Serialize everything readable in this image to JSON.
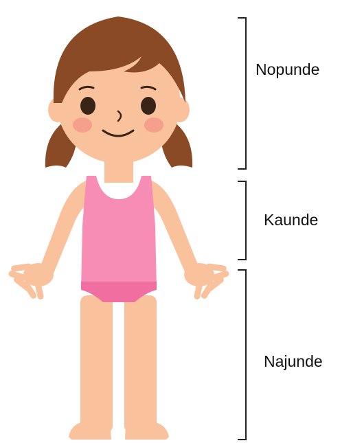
{
  "sections": {
    "top": {
      "label": "Nopunde"
    },
    "middle": {
      "label": "Kaunde"
    },
    "bottom": {
      "label": "Najunde"
    }
  },
  "colors": {
    "skin": "#f9c29c",
    "skin_shadow": "#eeaa80",
    "hair": "#8a4a25",
    "hair_dark": "#6e3818",
    "swimsuit": "#f78db5",
    "swimsuit_dark": "#f06fa0",
    "cheek": "#f4a08c",
    "eye": "#3a2418",
    "bracket": "#222222"
  },
  "icons": [
    "girl-figure-illustration",
    "bracket-icon"
  ]
}
